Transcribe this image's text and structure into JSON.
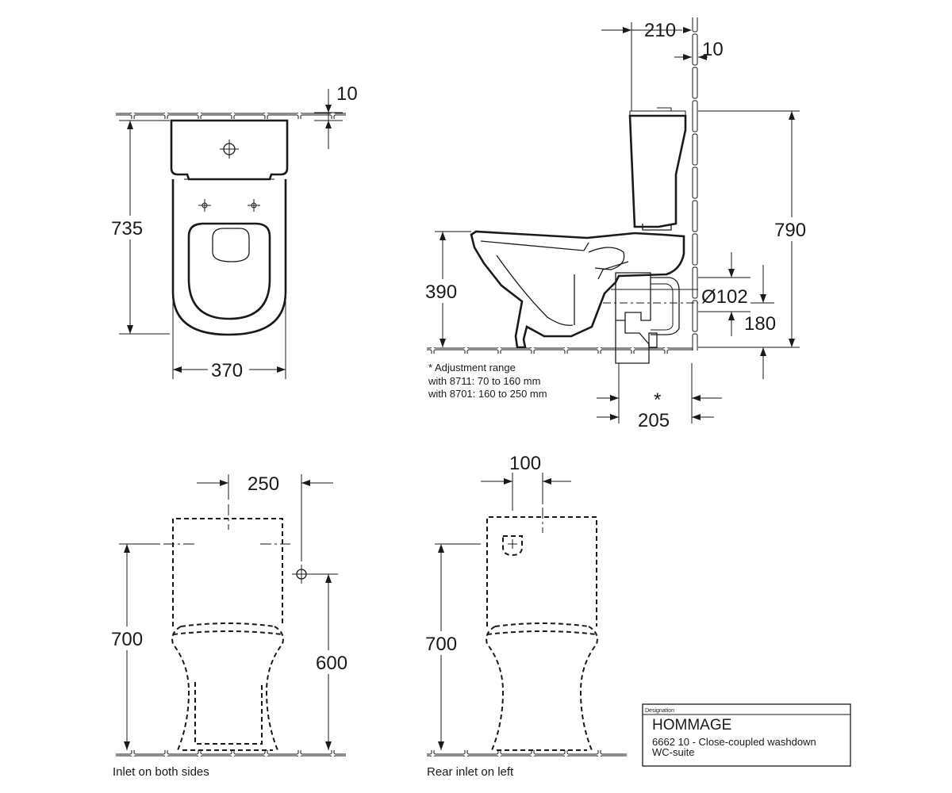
{
  "dimensions": {
    "top_wall_gap": "10",
    "top_depth": "735",
    "top_width": "370",
    "side_projection": "210",
    "side_wall_gap": "10",
    "side_total_height": "790",
    "side_seat_height": "390",
    "side_outlet_diameter": "Ø102",
    "side_outlet_height": "180",
    "side_outlet_offset": "205",
    "side_adjustable_mark": "*",
    "front_inlet_offset": "250",
    "front_height": "700",
    "front_inlet_height": "600",
    "rear_inlet_offset": "100",
    "rear_height": "700"
  },
  "note": {
    "line1": "* Adjustment range",
    "line2": "with 8711: 70 to 160 mm",
    "line3": "with 8701: 160 to 250 mm"
  },
  "captions": {
    "front": "Inlet on both sides",
    "rear": "Rear inlet on left"
  },
  "title_block": {
    "label": "Designation",
    "product": "HOMMAGE",
    "desc_line1": "6662 10 - Close-coupled washdown",
    "desc_line2": "WC-suite"
  }
}
